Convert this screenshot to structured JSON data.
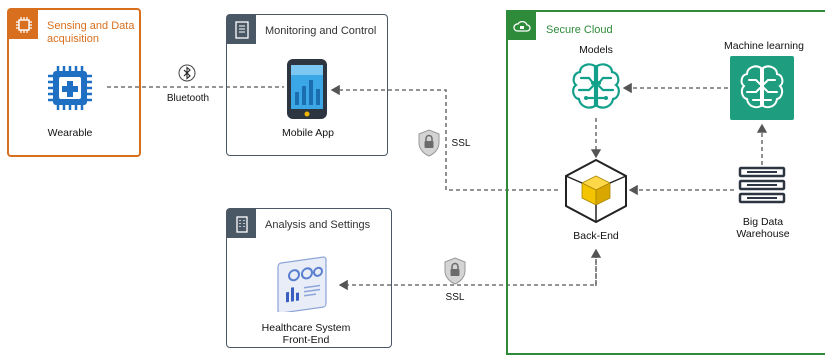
{
  "groups": {
    "sensing": {
      "title": "Sensing and Data acquisition"
    },
    "monitoring": {
      "title": "Monitoring and Control"
    },
    "analysis": {
      "title": "Analysis and Settings"
    },
    "cloud": {
      "title": "Secure Cloud"
    }
  },
  "nodes": {
    "wearable": "Wearable",
    "mobile_app": "Mobile App",
    "frontend_line1": "Healthcare System",
    "frontend_line2": "Front-End",
    "models": "Models",
    "machine_learning": "Machine learning",
    "backend": "Back-End",
    "warehouse_line1": "Big Data",
    "warehouse_line2": "Warehouse"
  },
  "connections": {
    "bluetooth": "Bluetooth",
    "ssl_top": "SSL",
    "ssl_bottom": "SSL"
  },
  "colors": {
    "orange": "#d86f1e",
    "slate": "#4a5866",
    "green": "#2e8b3a",
    "chip_blue": "#1f6fc2",
    "teal": "#13a08a",
    "ml_bg": "#1e9e7e",
    "cube_yellow": "#f5c400"
  }
}
